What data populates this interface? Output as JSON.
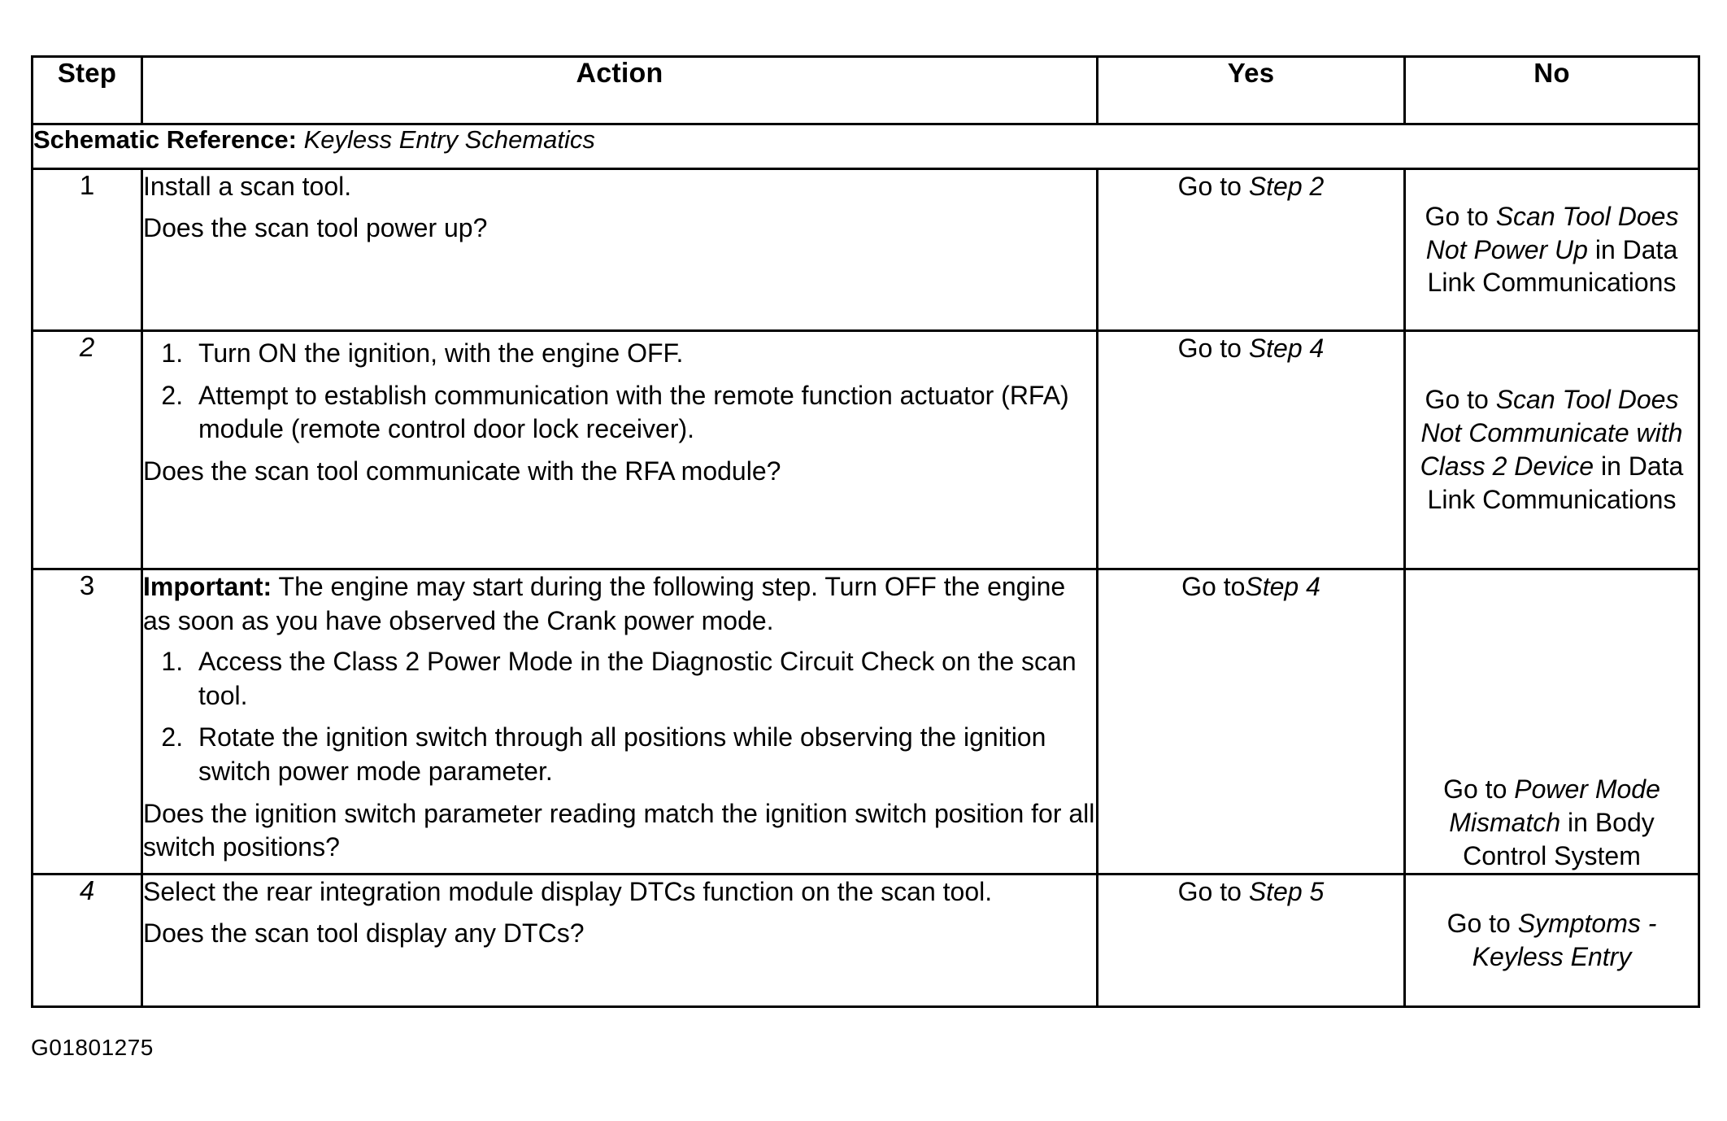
{
  "table": {
    "headers": {
      "step": "Step",
      "action": "Action",
      "yes": "Yes",
      "no": "No"
    },
    "schematic_reference": {
      "label": "Schematic Reference:",
      "value": "Keyless Entry Schematics"
    },
    "rows": [
      {
        "step": "1",
        "action": {
          "lines": [
            "Install a scan tool.",
            "Does the scan tool power up?"
          ]
        },
        "yes": {
          "prefix": "Go to ",
          "italic": "Step 2",
          "suffix": ""
        },
        "no": {
          "prefix": "Go to ",
          "italic": "Scan Tool Does Not Power Up",
          "suffix": " in Data Link Communications"
        }
      },
      {
        "step": "2",
        "action": {
          "intro": "",
          "steps": [
            "Turn ON the ignition, with the engine OFF.",
            "Attempt to establish communication with the remote function actuator (RFA) module (remote control door lock receiver)."
          ],
          "question": "Does the scan tool communicate with the RFA module?"
        },
        "yes": {
          "prefix": "Go to ",
          "italic": "Step 4",
          "suffix": ""
        },
        "no": {
          "prefix": "Go to ",
          "italic": "Scan Tool Does Not Communicate with Class 2 Device",
          "suffix": " in Data Link Communications"
        }
      },
      {
        "step": "3",
        "action": {
          "important_label": "Important:",
          "important_text": " The engine may start during the following step. Turn OFF the engine as soon as you have observed the Crank power mode.",
          "steps": [
            "Access the Class 2 Power Mode in the Diagnostic Circuit Check on the scan tool.",
            "Rotate the ignition switch through all positions while observing the ignition switch power mode parameter."
          ],
          "question": "Does the ignition switch parameter reading match the ignition switch position for all switch positions?"
        },
        "yes": {
          "prefix": "Go to",
          "italic": "Step 4",
          "suffix": ""
        },
        "no": {
          "prefix": "Go to ",
          "italic": "Power Mode Mismatch",
          "suffix": " in Body Control System"
        }
      },
      {
        "step": "4",
        "action": {
          "lines": [
            "Select the rear integration module display DTCs function on the scan tool.",
            "Does the scan tool display any DTCs?"
          ]
        },
        "yes": {
          "prefix": "Go to ",
          "italic": "Step 5",
          "suffix": ""
        },
        "no": {
          "prefix": "Go to ",
          "italic": "Symptoms - Keyless Entry",
          "suffix": ""
        }
      }
    ]
  },
  "figure_code": "G01801275"
}
